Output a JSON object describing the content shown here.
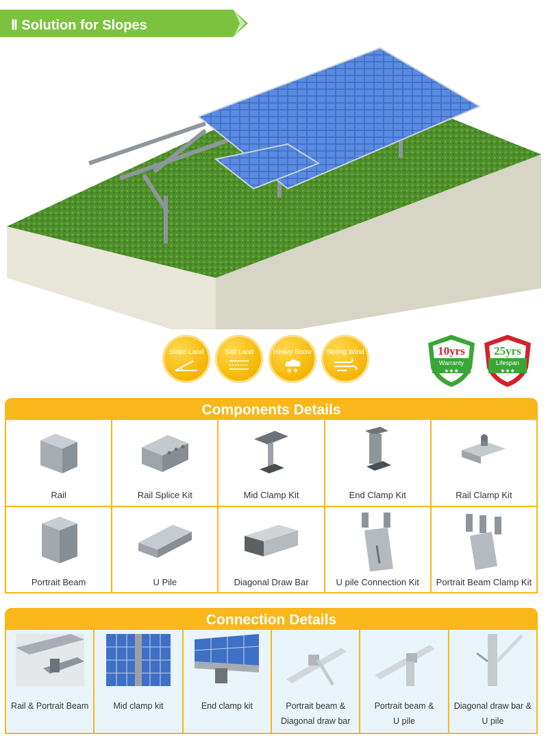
{
  "header": {
    "title": "Ⅱ Solution for Slopes"
  },
  "badges": [
    {
      "label": "Slope Land",
      "icon": "slope-icon"
    },
    {
      "label": "Salt Land",
      "icon": "salt-icon"
    },
    {
      "label": "Heavy Snow",
      "icon": "snow-icon"
    },
    {
      "label": "Strong Wind",
      "icon": "wind-icon"
    }
  ],
  "shields": [
    {
      "number": "10yrs",
      "sub": "Warranty",
      "stars": "★★★",
      "border": "#3aa635",
      "numColor": "#d1232a"
    },
    {
      "number": "25yrs",
      "sub": "Lifespan",
      "stars": "★★★",
      "border": "#d1232a",
      "numColor": "#3aa635"
    }
  ],
  "components": {
    "title": "Components Details",
    "items": [
      "Rail",
      "Rail Splice Kit",
      "Mid Clamp Kit",
      "End Clamp Kit",
      "Rail Clamp Kit",
      "Portrait Beam",
      "U Pile",
      "Diagonal Draw Bar",
      "U pile Connection Kit",
      "Portrait Beam Clamp Kit"
    ]
  },
  "connections": {
    "title": "Connection Details",
    "items": [
      {
        "line1": "Rail & Portrait Beam",
        "line2": ""
      },
      {
        "line1": "Mid clamp kit",
        "line2": ""
      },
      {
        "line1": "End clamp kit",
        "line2": ""
      },
      {
        "line1": "Portrait beam &",
        "line2": "Diagonal draw bar"
      },
      {
        "line1": "Portrait beam &",
        "line2": "U pile"
      },
      {
        "line1": "Diagonal draw bar &",
        "line2": "U pile"
      }
    ]
  },
  "colors": {
    "accent": "#f8b71a",
    "banner": "#7cc23f",
    "grass": "#4f8f2a",
    "panel": "#3b6fc4"
  }
}
